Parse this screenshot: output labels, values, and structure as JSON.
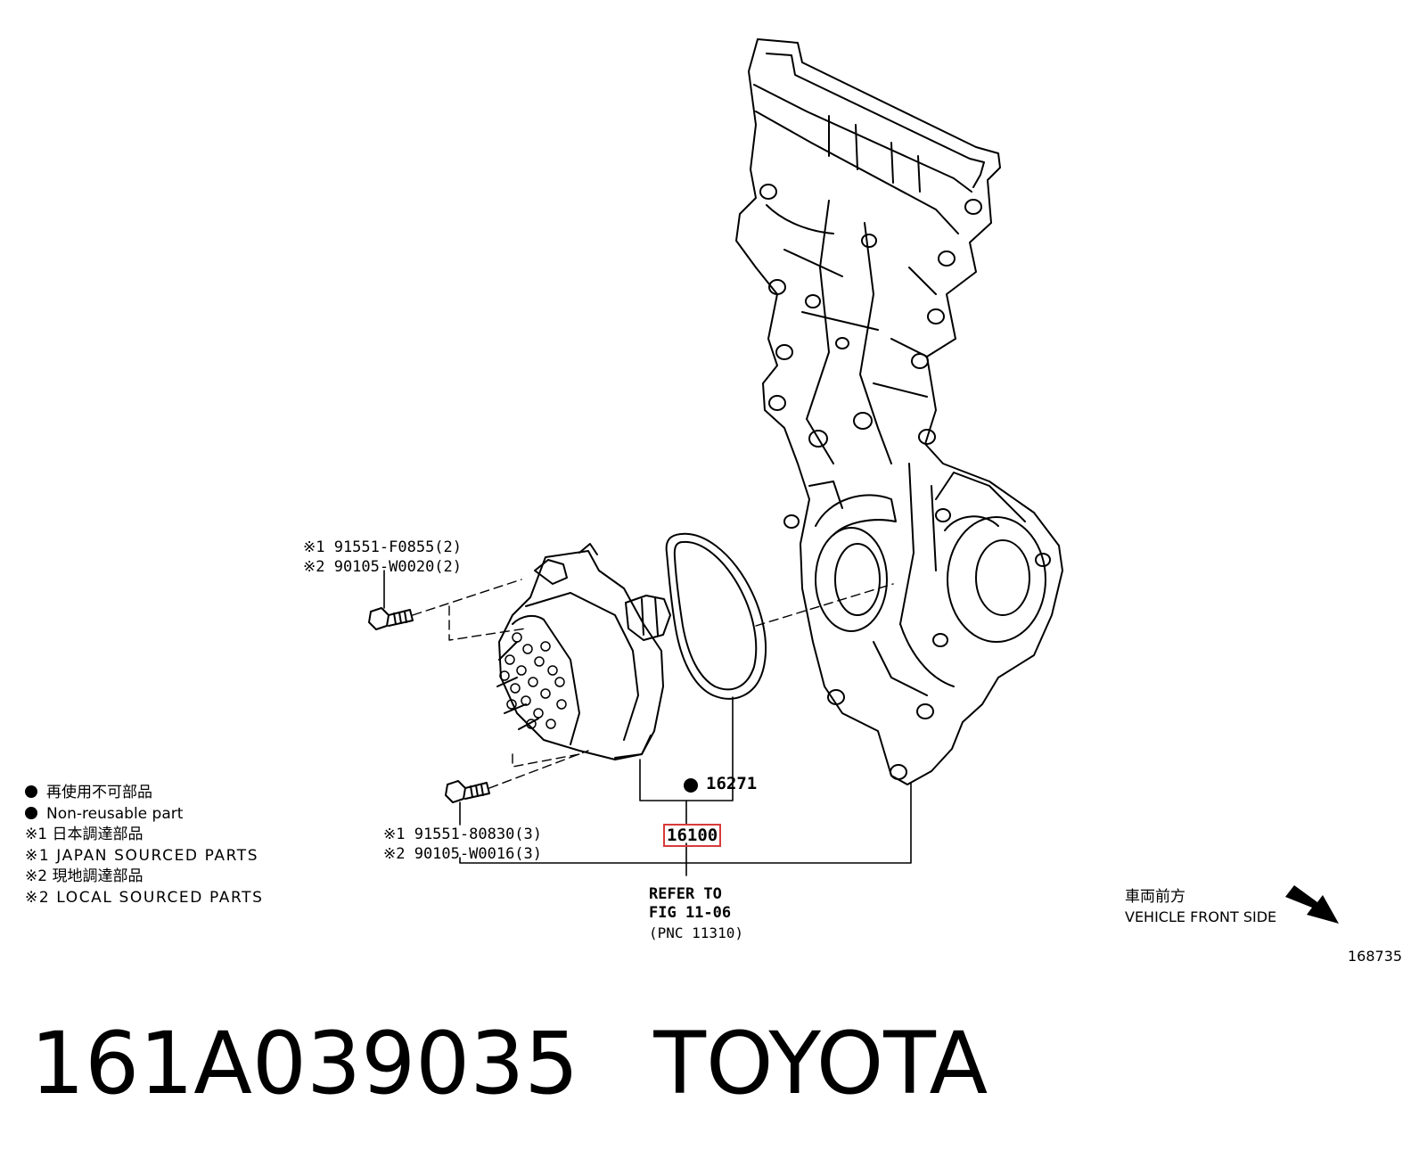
{
  "legend": {
    "non_reusable_jp": "再使用不可部品",
    "non_reusable_en": "Non-reusable part",
    "note1_jp": "※1 日本調達部品",
    "note1_en": "※1 JAPAN SOURCED PARTS",
    "note2_jp": "※2 現地調達部品",
    "note2_en": "※2 LOCAL SOURCED PARTS"
  },
  "callouts": {
    "bolt_upper_1": "※1 91551-F0855(2)",
    "bolt_upper_2": "※2 90105-W0020(2)",
    "bolt_lower_1": "※1 91551-80830(3)",
    "bolt_lower_2": "※2 90105-W0016(3)",
    "gasket": "16271",
    "pump_assy": "16100",
    "refer_1": "REFER TO",
    "refer_2": "FIG 11-06",
    "refer_3": "(PNC 11310)"
  },
  "orientation": {
    "jp": "車両前方",
    "en": "VEHICLE FRONT SIDE"
  },
  "illustration_no": "168735",
  "footer": {
    "part_number": "161A039035",
    "brand": "TOYOTA"
  },
  "colors": {
    "highlight_box": "#d93a3a",
    "line": "#000000"
  }
}
